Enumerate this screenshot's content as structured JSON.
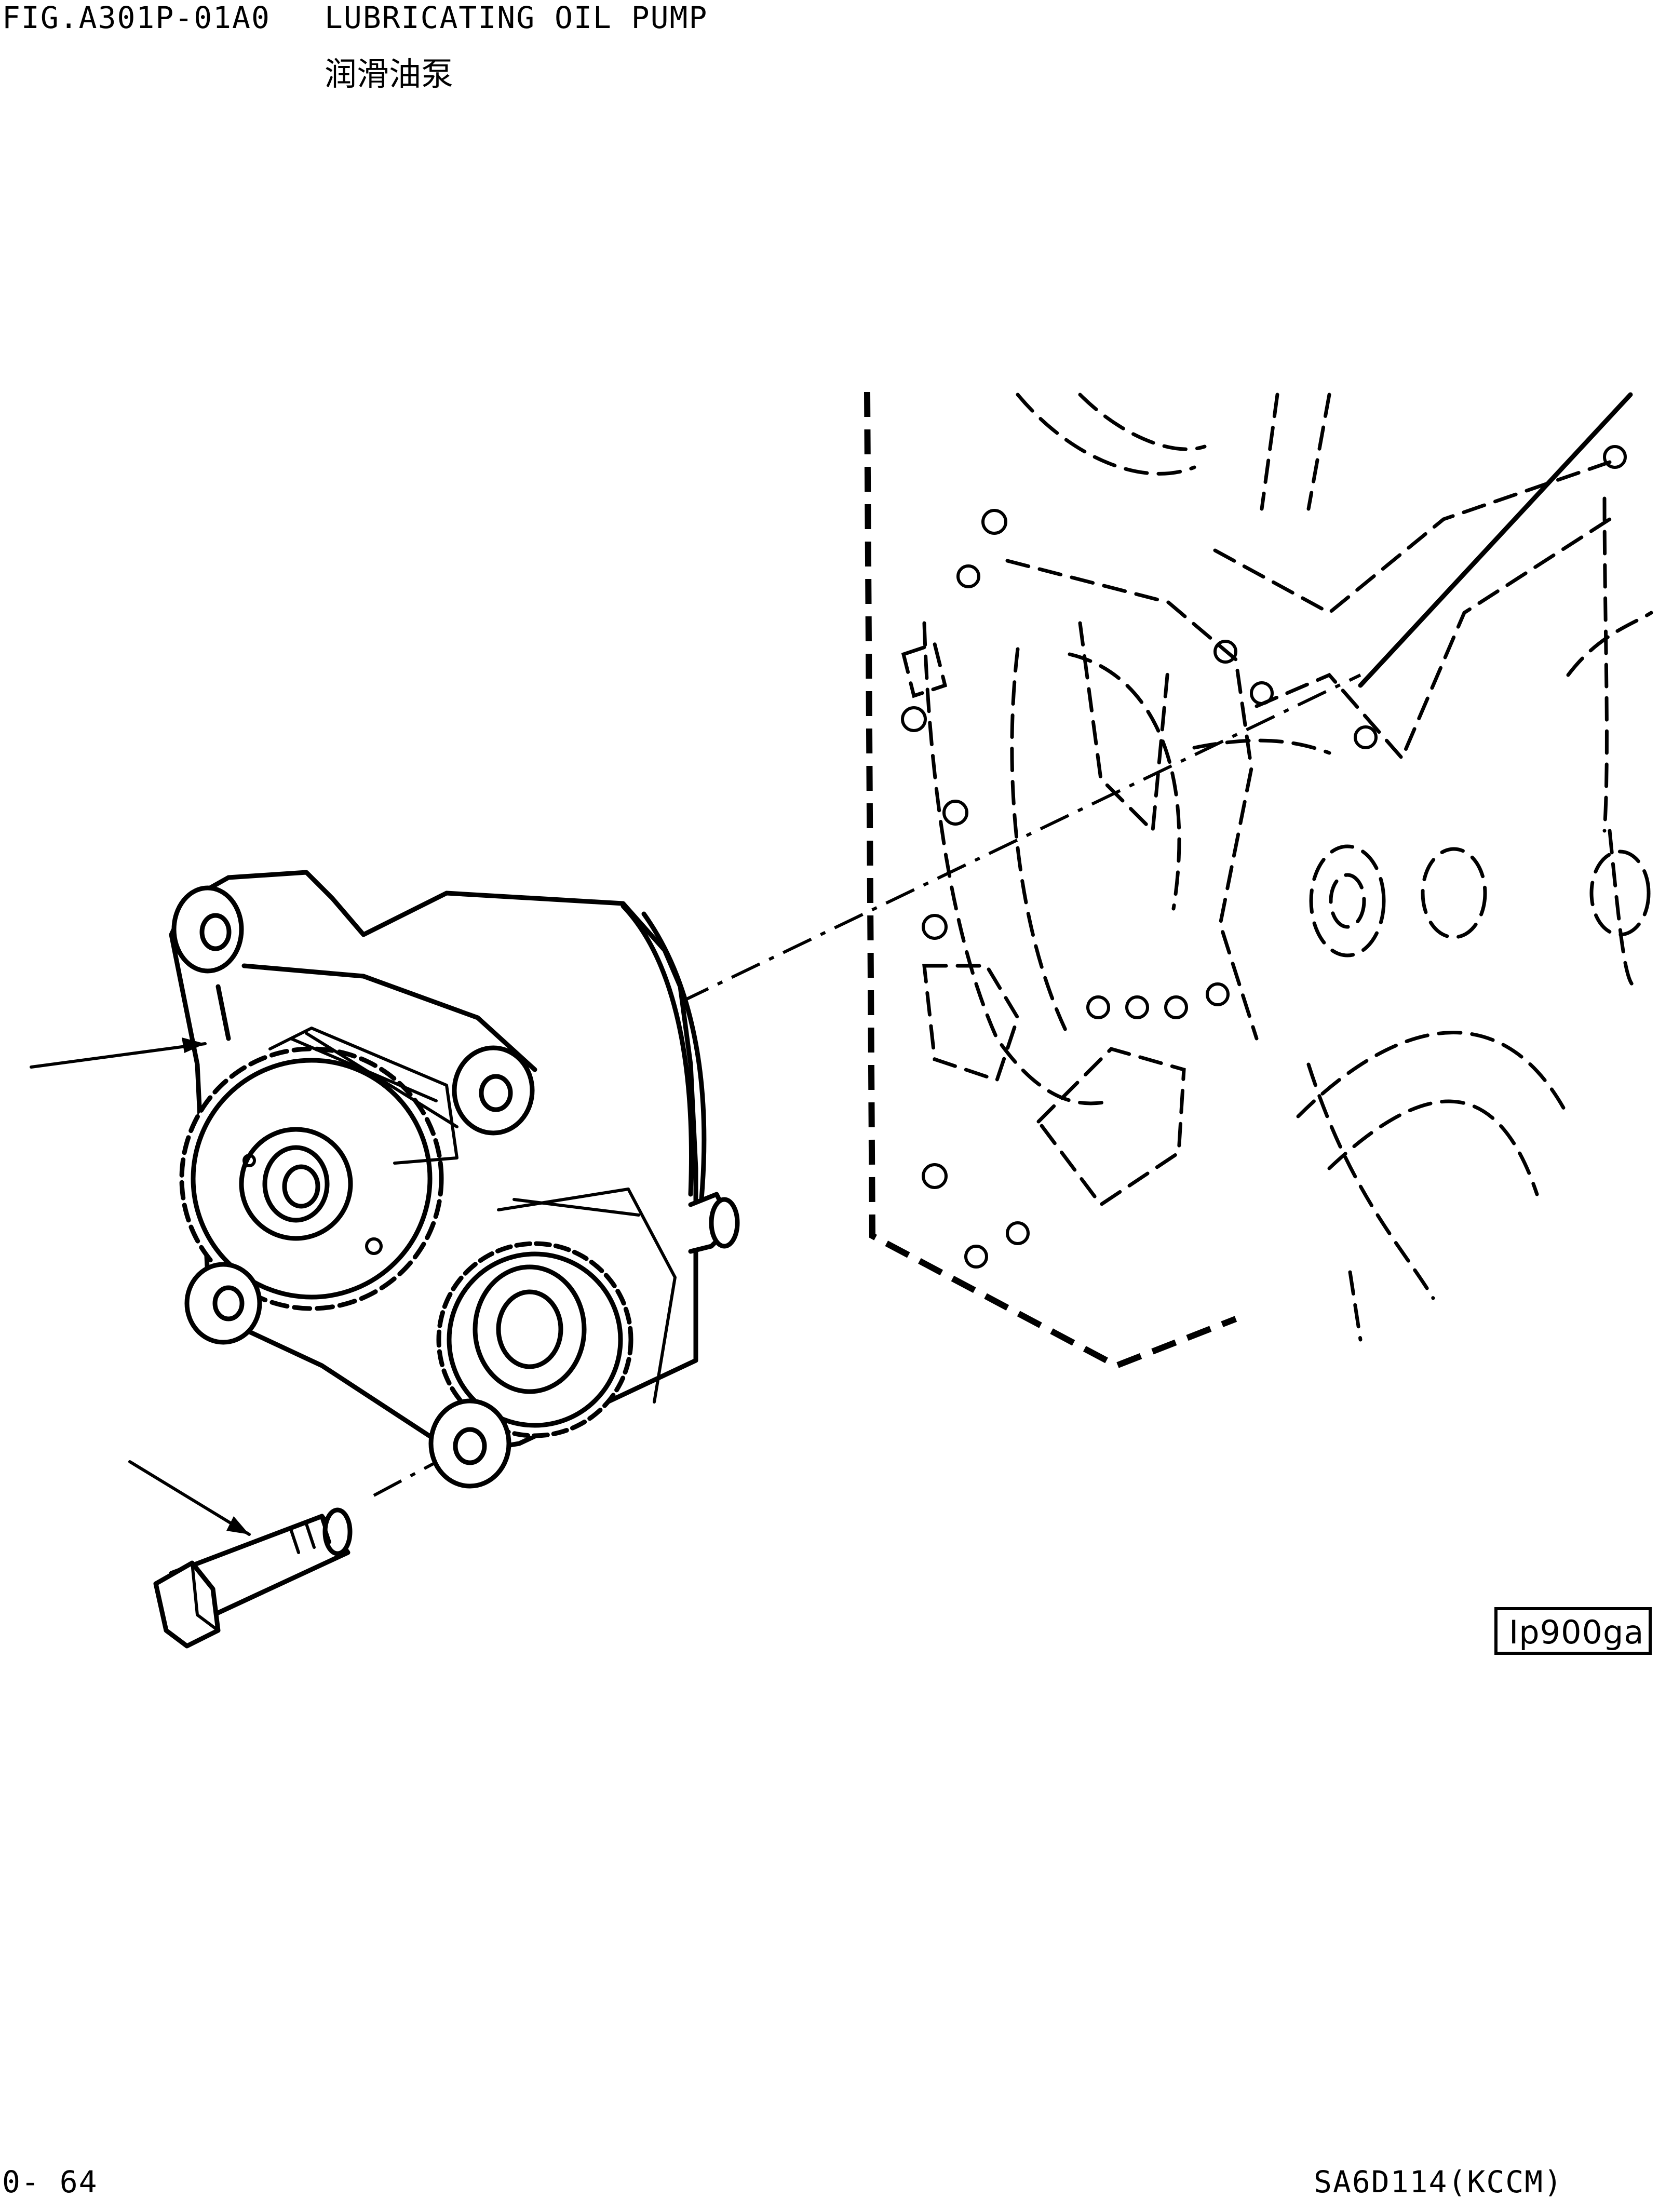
{
  "header": {
    "fig_id": "FIG.A301P-01A0",
    "title_en": "LUBRICATING OIL PUMP",
    "title_cn": "润滑油泵"
  },
  "footer": {
    "page_number": "0- 64",
    "model": "SA6D114(KCCM)"
  },
  "stamp": {
    "code": "Ip900ga"
  }
}
